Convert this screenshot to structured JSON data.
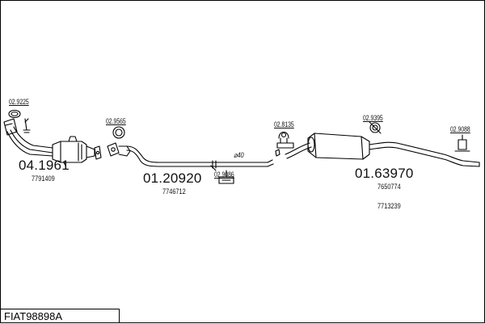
{
  "diagram": {
    "code": "FIAT98898A",
    "sections": [
      {
        "part_no": "04.1961",
        "oem": "7791409"
      },
      {
        "part_no": "01.20920",
        "oem": "7746712"
      },
      {
        "part_no": "01.63970",
        "oem_1": "7650774",
        "oem_2": "7713239"
      }
    ],
    "fittings": [
      "02.9225",
      "02.9565",
      "02.9086",
      "02.8135",
      "02.9395",
      "02.9088"
    ],
    "diameter_label": "⌀40"
  },
  "colors": {
    "line": "#000000",
    "background": "#ffffff"
  }
}
